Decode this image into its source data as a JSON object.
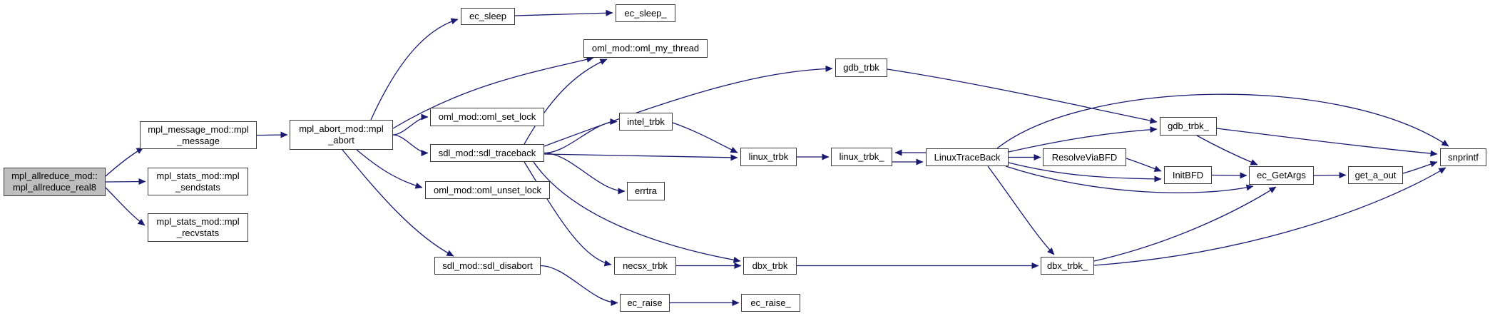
{
  "diagram": {
    "type": "call-graph",
    "colors": {
      "edge": "#191970",
      "node_border": "#3a3a3a",
      "node_fill": "#ffffff",
      "root_fill": "#bebebe",
      "text": "#000000",
      "background": "#ffffff"
    },
    "root": "allreduce",
    "nodes": [
      {
        "id": "allreduce",
        "label": "mpl_allreduce_mod::\nmpl_allreduce_real8",
        "root": true
      },
      {
        "id": "message",
        "label": "mpl_message_mod::mpl\n_message"
      },
      {
        "id": "sendstats",
        "label": "mpl_stats_mod::mpl\n_sendstats"
      },
      {
        "id": "recvstats",
        "label": "mpl_stats_mod::mpl\n_recvstats"
      },
      {
        "id": "abort",
        "label": "mpl_abort_mod::mpl\n_abort"
      },
      {
        "id": "ec_sleep",
        "label": "ec_sleep"
      },
      {
        "id": "ec_sleep_",
        "label": "ec_sleep_"
      },
      {
        "id": "oml_my_thread",
        "label": "oml_mod::oml_my_thread"
      },
      {
        "id": "oml_set_lock",
        "label": "oml_mod::oml_set_lock"
      },
      {
        "id": "sdl_traceback",
        "label": "sdl_mod::sdl_traceback"
      },
      {
        "id": "oml_unset_lock",
        "label": "oml_mod::oml_unset_lock"
      },
      {
        "id": "sdl_disabort",
        "label": "sdl_mod::sdl_disabort"
      },
      {
        "id": "intel_trbk",
        "label": "intel_trbk"
      },
      {
        "id": "errtra",
        "label": "errtra"
      },
      {
        "id": "necsx_trbk",
        "label": "necsx_trbk"
      },
      {
        "id": "ec_raise",
        "label": "ec_raise"
      },
      {
        "id": "ec_raise_",
        "label": "ec_raise_"
      },
      {
        "id": "dbx_trbk",
        "label": "dbx_trbk"
      },
      {
        "id": "dbx_trbk_",
        "label": "dbx_trbk_"
      },
      {
        "id": "linux_trbk",
        "label": "linux_trbk"
      },
      {
        "id": "linux_trbk_",
        "label": "linux_trbk_"
      },
      {
        "id": "LinuxTraceBack",
        "label": "LinuxTraceBack"
      },
      {
        "id": "gdb_trbk",
        "label": "gdb_trbk"
      },
      {
        "id": "gdb_trbk_",
        "label": "gdb_trbk_"
      },
      {
        "id": "ResolveViaBFD",
        "label": "ResolveViaBFD"
      },
      {
        "id": "InitBFD",
        "label": "InitBFD"
      },
      {
        "id": "ec_GetArgs",
        "label": "ec_GetArgs"
      },
      {
        "id": "get_a_out",
        "label": "get_a_out"
      },
      {
        "id": "snprintf",
        "label": "snprintf"
      }
    ],
    "edges": [
      {
        "from": "allreduce",
        "to": "message"
      },
      {
        "from": "allreduce",
        "to": "sendstats"
      },
      {
        "from": "allreduce",
        "to": "recvstats"
      },
      {
        "from": "message",
        "to": "abort"
      },
      {
        "from": "abort",
        "to": "ec_sleep"
      },
      {
        "from": "abort",
        "to": "oml_my_thread"
      },
      {
        "from": "abort",
        "to": "oml_set_lock"
      },
      {
        "from": "abort",
        "to": "sdl_traceback"
      },
      {
        "from": "abort",
        "to": "oml_unset_lock"
      },
      {
        "from": "abort",
        "to": "sdl_disabort"
      },
      {
        "from": "ec_sleep",
        "to": "ec_sleep_"
      },
      {
        "from": "sdl_traceback",
        "to": "oml_my_thread"
      },
      {
        "from": "sdl_traceback",
        "to": "gdb_trbk"
      },
      {
        "from": "sdl_traceback",
        "to": "intel_trbk"
      },
      {
        "from": "sdl_traceback",
        "to": "linux_trbk"
      },
      {
        "from": "sdl_traceback",
        "to": "errtra"
      },
      {
        "from": "sdl_traceback",
        "to": "necsx_trbk"
      },
      {
        "from": "sdl_traceback",
        "to": "dbx_trbk"
      },
      {
        "from": "intel_trbk",
        "to": "linux_trbk"
      },
      {
        "from": "linux_trbk",
        "to": "linux_trbk_"
      },
      {
        "from": "linux_trbk_",
        "to": "LinuxTraceBack"
      },
      {
        "from": "LinuxTraceBack",
        "to": "linux_trbk_"
      },
      {
        "from": "gdb_trbk",
        "to": "gdb_trbk_"
      },
      {
        "from": "LinuxTraceBack",
        "to": "gdb_trbk_"
      },
      {
        "from": "LinuxTraceBack",
        "to": "ResolveViaBFD"
      },
      {
        "from": "LinuxTraceBack",
        "to": "InitBFD"
      },
      {
        "from": "LinuxTraceBack",
        "to": "ec_GetArgs"
      },
      {
        "from": "LinuxTraceBack",
        "to": "dbx_trbk_"
      },
      {
        "from": "LinuxTraceBack",
        "to": "snprintf"
      },
      {
        "from": "ResolveViaBFD",
        "to": "InitBFD"
      },
      {
        "from": "InitBFD",
        "to": "ec_GetArgs"
      },
      {
        "from": "ec_GetArgs",
        "to": "get_a_out"
      },
      {
        "from": "get_a_out",
        "to": "snprintf"
      },
      {
        "from": "gdb_trbk_",
        "to": "snprintf"
      },
      {
        "from": "gdb_trbk_",
        "to": "ec_GetArgs"
      },
      {
        "from": "dbx_trbk_",
        "to": "ec_GetArgs"
      },
      {
        "from": "dbx_trbk_",
        "to": "snprintf"
      },
      {
        "from": "necsx_trbk",
        "to": "dbx_trbk"
      },
      {
        "from": "dbx_trbk",
        "to": "dbx_trbk_"
      },
      {
        "from": "sdl_disabort",
        "to": "ec_raise"
      },
      {
        "from": "ec_raise",
        "to": "ec_raise_"
      }
    ]
  }
}
